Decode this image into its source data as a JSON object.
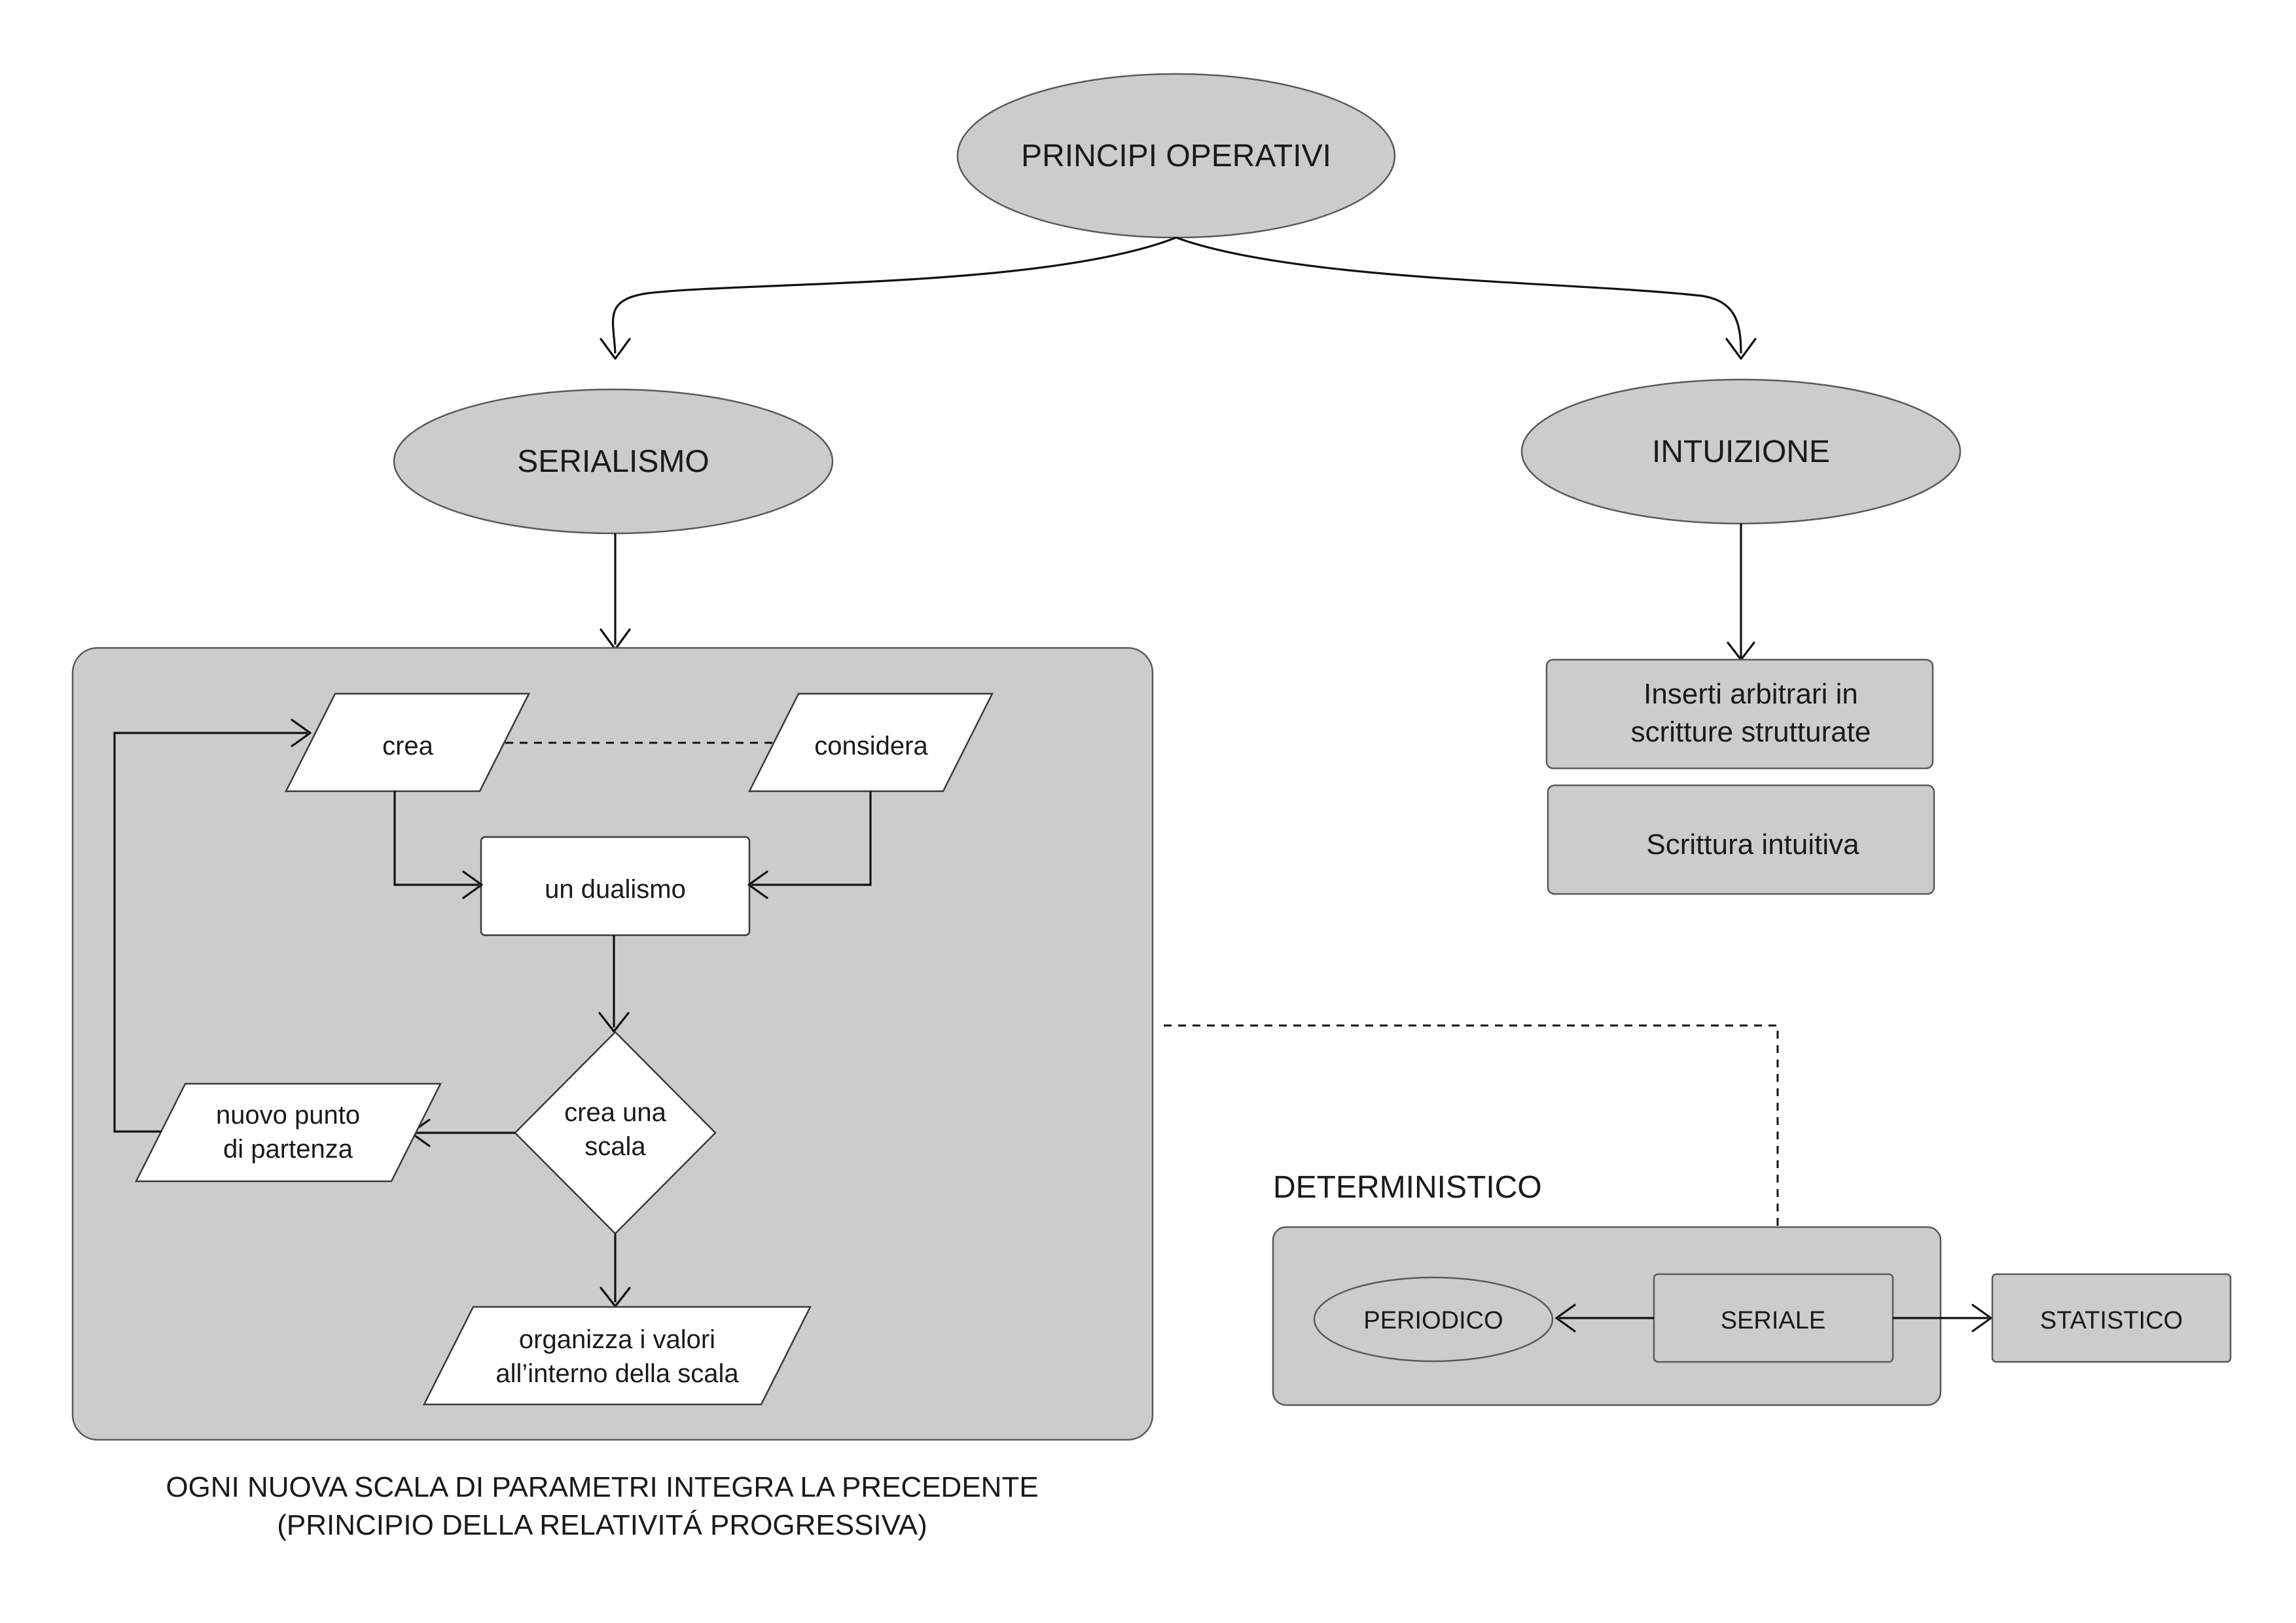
{
  "diagram": {
    "nodes": {
      "principi_operativi": "PRINCIPI OPERATIVI",
      "serialismo": "SERIALISMO",
      "intuizione": "INTUIZIONE",
      "inserti_line1": "Inserti arbitrari in",
      "inserti_line2": "scritture strutturate",
      "scrittura_intuitiva": "Scrittura intuitiva",
      "crea": "crea",
      "considera": "considera",
      "un_dualismo": "un dualismo",
      "crea_scala_line1": "crea una",
      "crea_scala_line2": "scala",
      "nuovo_punto_line1": "nuovo punto",
      "nuovo_punto_line2": "di partenza",
      "organizza_line1": "organizza i valori",
      "organizza_line2": "all’interno della scala",
      "deterministico": "DETERMINISTICO",
      "periodico": "PERIODICO",
      "seriale": "SERIALE",
      "statistico": "STATISTICO"
    },
    "caption": {
      "line1": "OGNI NUOVA SCALA DI PARAMETRI INTEGRA LA PRECEDENTE",
      "line2": "(PRINCIPIO DELLA RELATIVITÁ PROGRESSIVA)"
    },
    "colors": {
      "fill_grey": "#cccccc",
      "fill_white": "#ffffff",
      "stroke": "#111111"
    }
  }
}
